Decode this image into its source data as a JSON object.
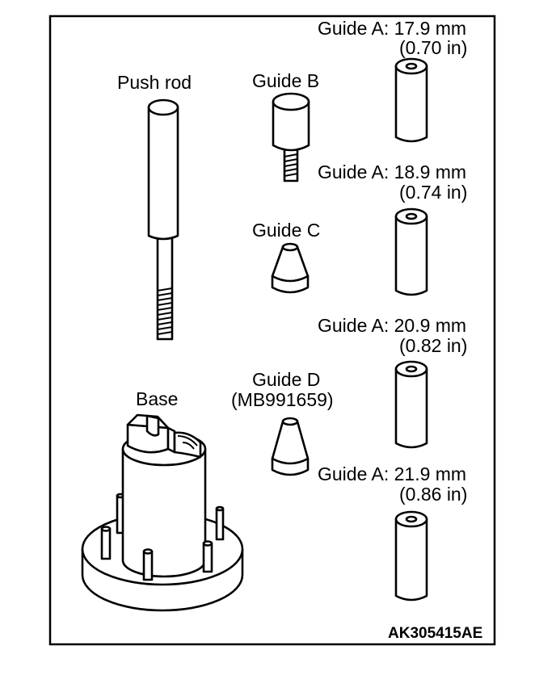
{
  "labels": {
    "push_rod": "Push rod",
    "guide_b": "Guide B",
    "guide_c": "Guide C",
    "guide_d": "Guide D",
    "guide_d_part": "(MB991659)",
    "base": "Base"
  },
  "guide_a": [
    {
      "label": "Guide A: 17.9 mm",
      "inch": "(0.70 in)"
    },
    {
      "label": "Guide A: 18.9 mm",
      "inch": "(0.74 in)"
    },
    {
      "label": "Guide A: 20.9 mm",
      "inch": "(0.82 in)"
    },
    {
      "label": "Guide A: 21.9 mm",
      "inch": "(0.86 in)"
    }
  ],
  "figure_code": "AK305415AE",
  "colors": {
    "line": "#000000",
    "fill": "#ffffff"
  }
}
